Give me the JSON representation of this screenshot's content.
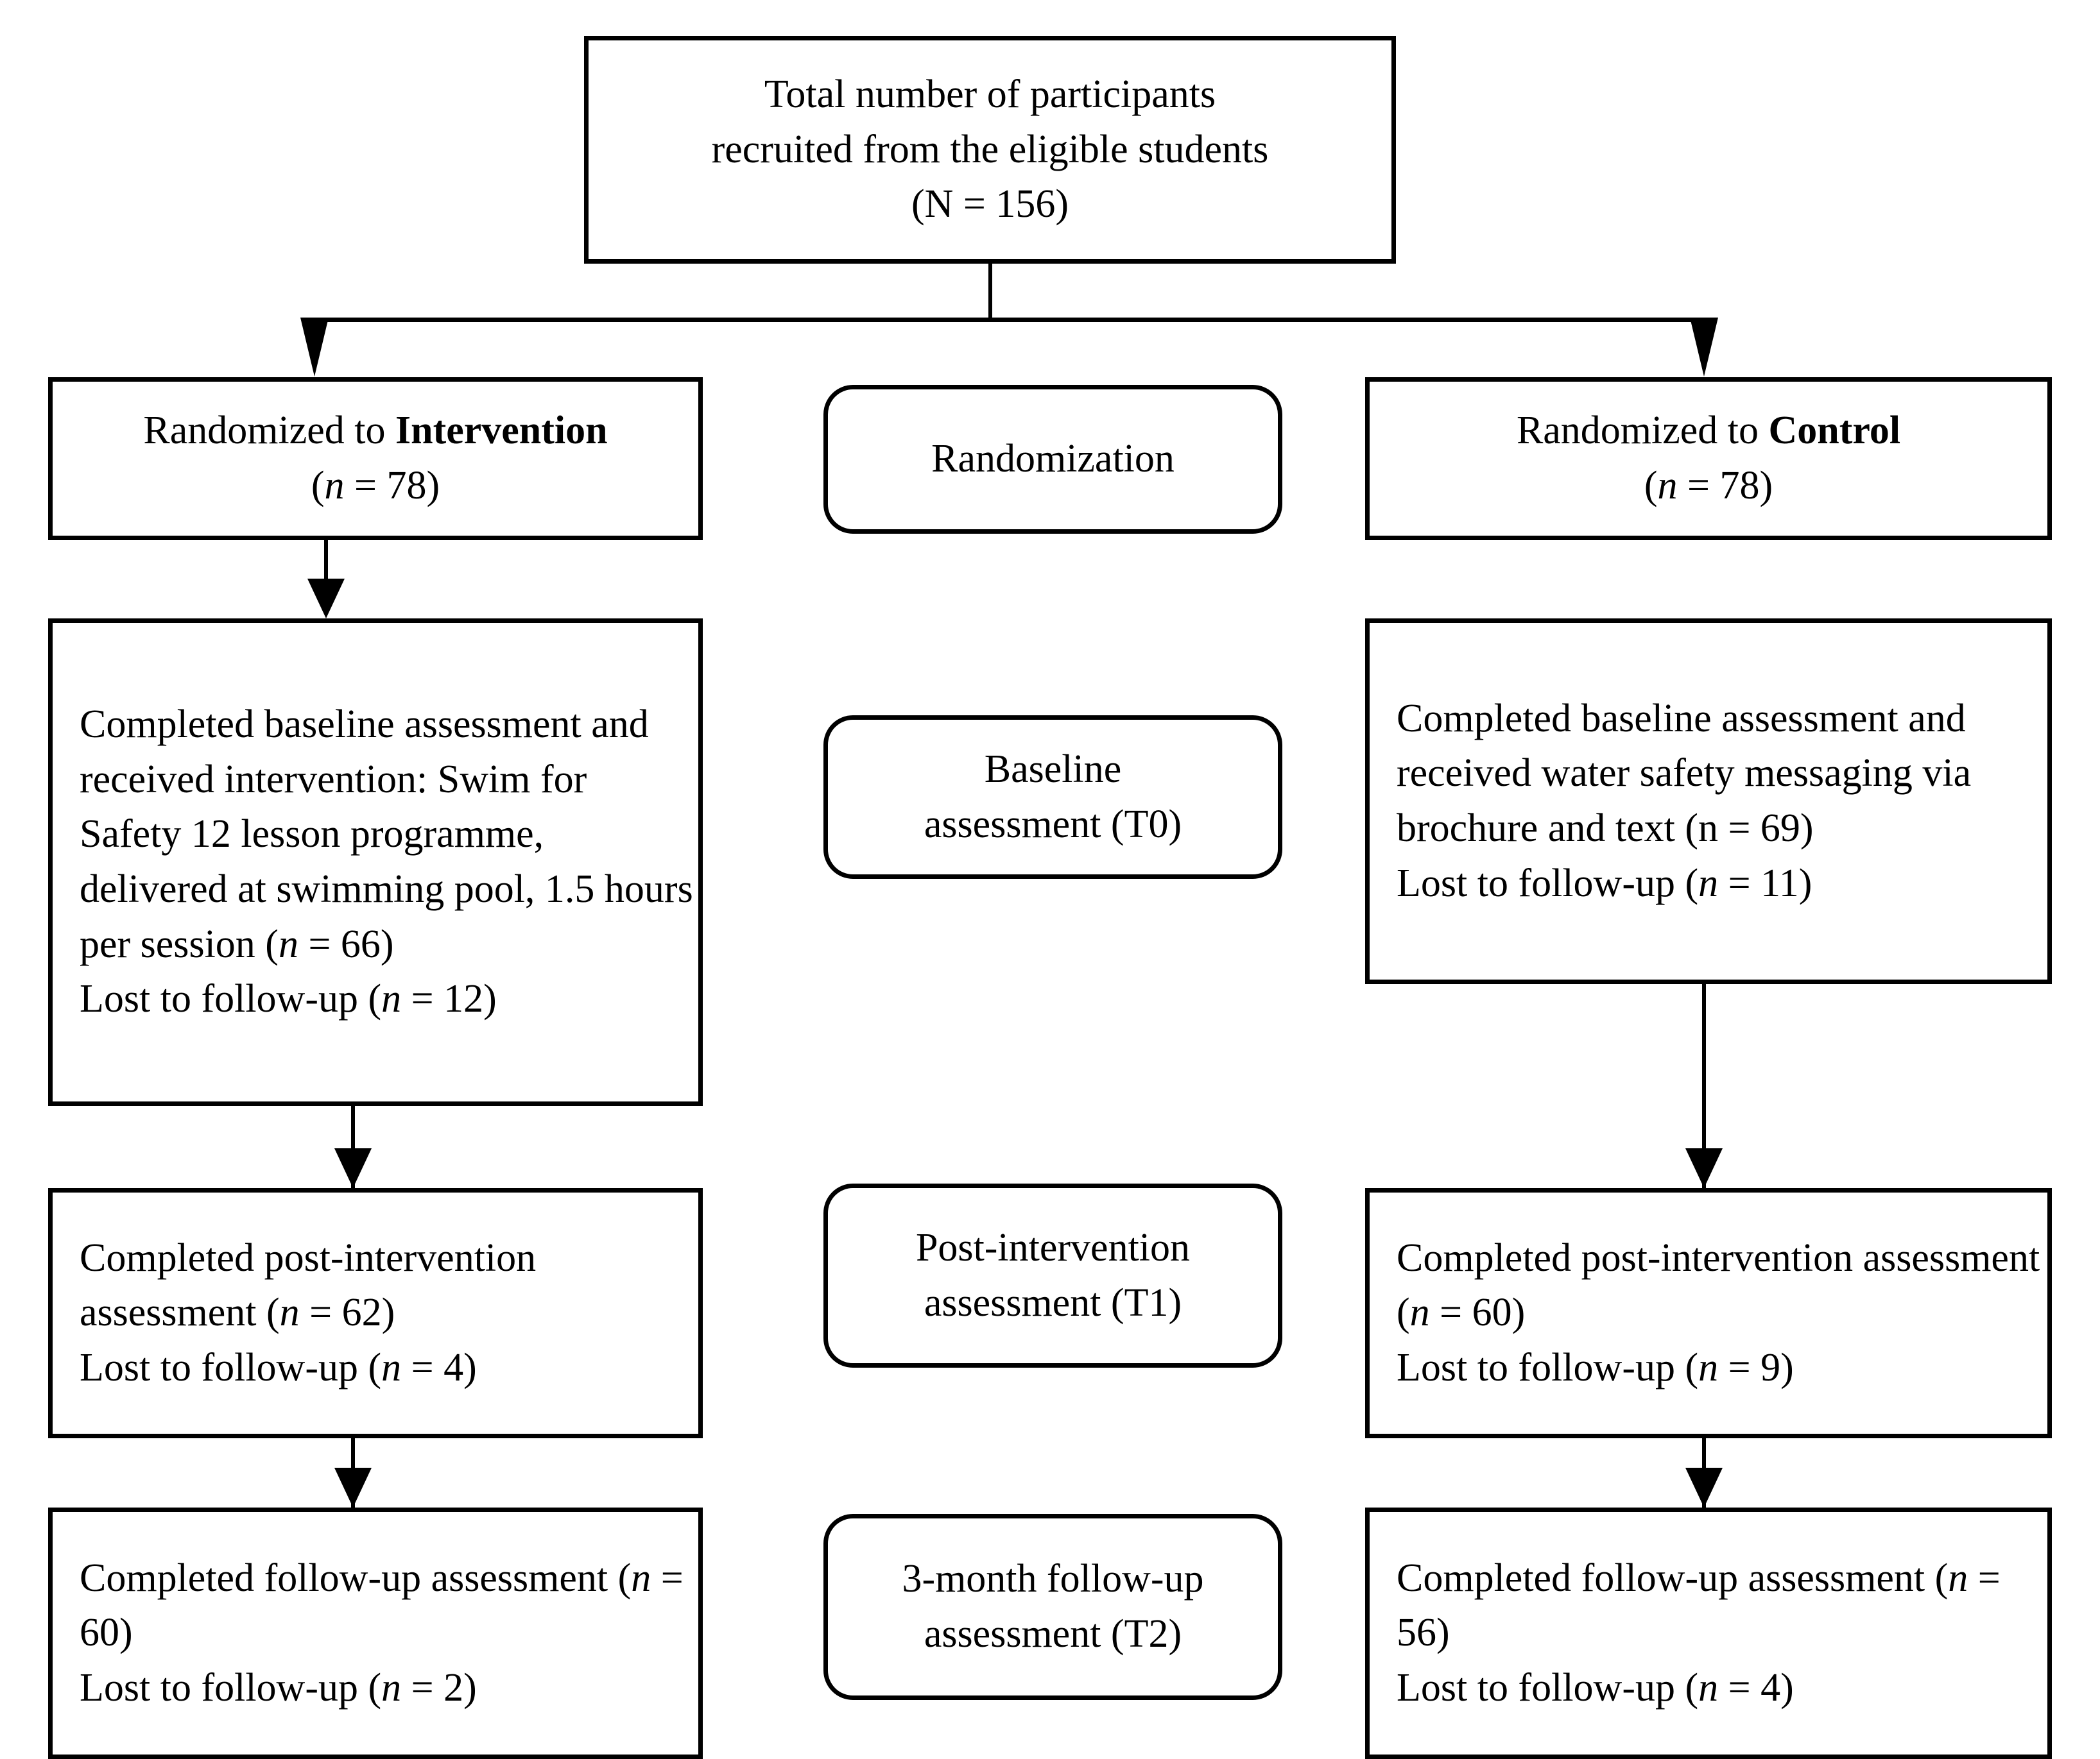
{
  "diagram": {
    "title_node": {
      "lines": [
        "Total number of participants",
        "recruited from the eligible students",
        "(N = 156)"
      ]
    },
    "columns": {
      "left_label": "Intervention",
      "right_label": "Control",
      "center_stage_labels": [
        "Randomization",
        "Baseline assessment (T0)",
        "Post-intervention assessment (T1)",
        "3-month follow-up assessment (T2)"
      ]
    },
    "stages": [
      {
        "stage_key": "randomization",
        "center": {
          "lines": [
            "Randomization"
          ]
        },
        "left": {
          "lines_pre": [
            "Randomized to "
          ],
          "bold": "Intervention",
          "count_label": "n",
          "count_value": "78",
          "line2": "( = 78)"
        },
        "right": {
          "lines_pre": [
            "Randomized to "
          ],
          "bold": "Control",
          "count_label": "n",
          "count_value": "78",
          "line2": "( = 78)"
        }
      },
      {
        "stage_key": "baseline",
        "center": {
          "lines": [
            "Baseline",
            "assessment (T0)"
          ]
        }
      },
      {
        "stage_key": "post_intervention",
        "center": {
          "lines": [
            "Post-intervention",
            "assessment (T1)"
          ]
        }
      },
      {
        "stage_key": "follow_up",
        "center": {
          "lines": [
            "3-month follow-up",
            "assessment (T2)"
          ]
        }
      }
    ],
    "left_column": {
      "randomized": {
        "prefix": "Randomized to ",
        "bold": "Intervention",
        "n_italic": "n",
        "n_rest": " = 78)",
        "n_open": "("
      },
      "baseline": {
        "body": "Completed baseline assessment and received intervention: Swim for Safety 12 lesson programme, delivered at swimming pool, 1.5 hours per session (",
        "n1_italic": "n",
        "n1_rest": " = 66)",
        "lost_prefix": "Lost to follow-up (",
        "n2_italic": "n",
        "n2_rest": " = 12)"
      },
      "post": {
        "body": "Completed post-intervention assessment (",
        "n1_italic": "n",
        "n1_rest": " = 62)",
        "lost_prefix": "Lost to follow-up (",
        "n2_italic": "n",
        "n2_rest": " = 4)"
      },
      "followup": {
        "body": "Completed follow-up assessment (",
        "n1_italic": "n",
        "n1_rest": " = 60)",
        "lost_prefix": "Lost to follow-up (",
        "n2_italic": "n",
        "n2_rest": " = 2)"
      }
    },
    "right_column": {
      "randomized": {
        "prefix": "Randomized to ",
        "bold": "Control",
        "n_italic": "n",
        "n_rest": " = 78)",
        "n_open": "("
      },
      "baseline": {
        "body": "Completed baseline assessment and received water safety messaging via brochure and text (n = 69)",
        "lost_prefix": "Lost to follow-up (",
        "n2_italic": "n",
        "n2_rest": " = 11)"
      },
      "post": {
        "body": "Completed post-intervention assessment (",
        "n1_italic": "n",
        "n1_rest": " = 60)",
        "lost_prefix": "Lost to follow-up (",
        "n2_italic": "n",
        "n2_rest": " = 9)"
      },
      "followup": {
        "body": "Completed follow-up assessment (",
        "n1_italic": "n",
        "n1_rest": " = 56)",
        "lost_prefix": "Lost to follow-up (",
        "n2_italic": "n",
        "n2_rest": " = 4)"
      }
    },
    "flow_data": {
      "type": "consort-flow",
      "total_recruited": 156,
      "arms": [
        {
          "name": "Intervention",
          "randomized": 78,
          "baseline_completed": 66,
          "baseline_lost": 12,
          "post_completed": 62,
          "post_lost": 4,
          "followup_completed": 60,
          "followup_lost": 2
        },
        {
          "name": "Control",
          "randomized": 78,
          "baseline_completed": 69,
          "baseline_lost": 11,
          "post_completed": 60,
          "post_lost": 9,
          "followup_completed": 56,
          "followup_lost": 4
        }
      ],
      "timepoints": [
        "T0",
        "T1",
        "T2"
      ]
    },
    "colors": {
      "stroke": "#000000",
      "fill": "#ffffff",
      "text": "#000000"
    }
  }
}
